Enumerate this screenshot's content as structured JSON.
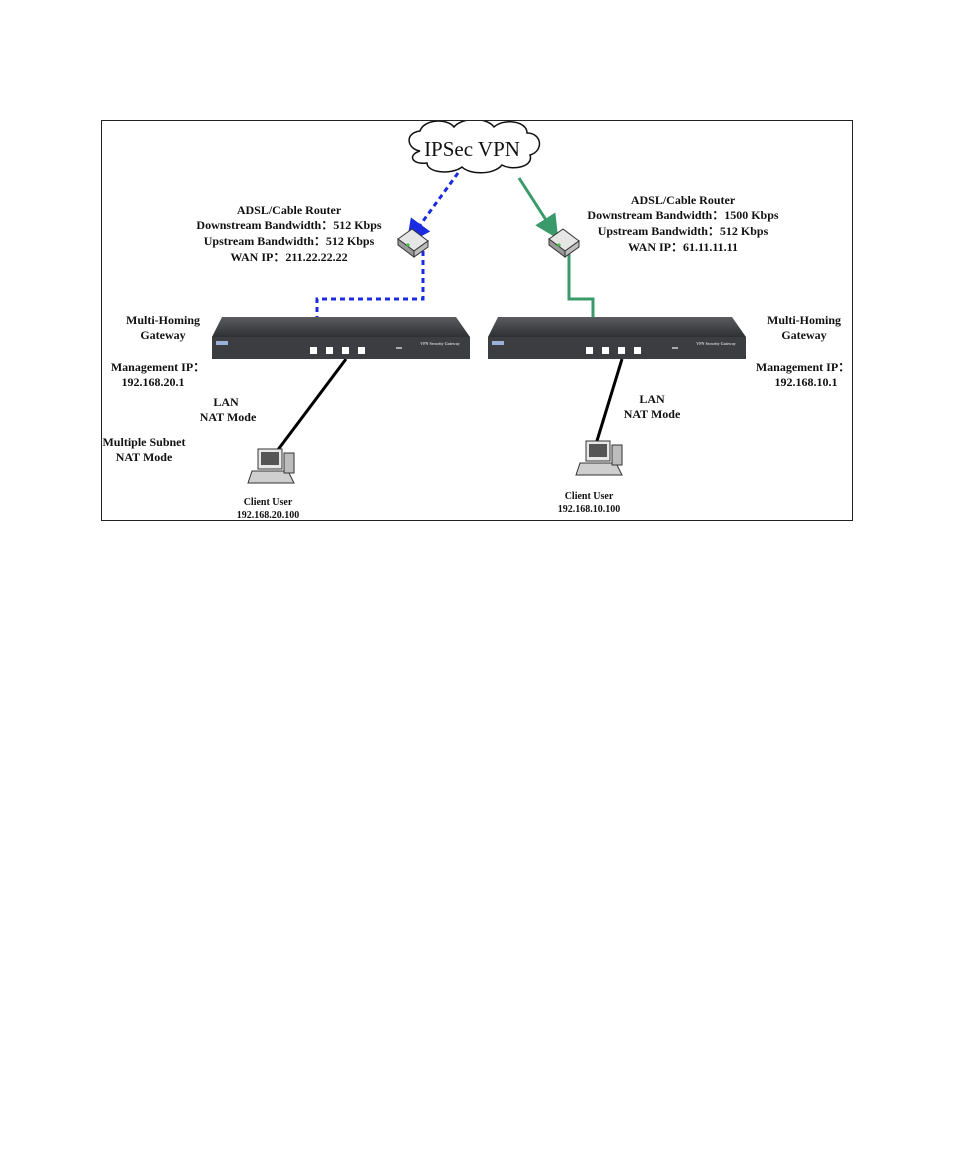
{
  "cloud": {
    "label": "IPSec VPN"
  },
  "left_site": {
    "router": {
      "title": "ADSL/Cable Router",
      "downstream": "Downstream Bandwidth：512 Kbps",
      "upstream": "Upstream Bandwidth：512 Kbps",
      "wan_ip": "WAN IP：211.22.22.22"
    },
    "gateway": {
      "line1": "Multi-Homing",
      "line2": "Gateway"
    },
    "management": {
      "label": "Management IP：",
      "ip": "192.168.20.1"
    },
    "lan": {
      "line1": "LAN",
      "line2": "NAT Mode"
    },
    "subnet": {
      "line1": "Multiple Subnet",
      "line2": "NAT Mode"
    },
    "client": {
      "label": "Client User",
      "ip": "192.168.20.100"
    }
  },
  "right_site": {
    "router": {
      "title": "ADSL/Cable Router",
      "downstream": "Downstream Bandwidth：1500 Kbps",
      "upstream": "Upstream Bandwidth：512 Kbps",
      "wan_ip": "WAN IP：61.11.11.11"
    },
    "gateway": {
      "line1": "Multi-Homing",
      "line2": "Gateway"
    },
    "management": {
      "label": "Management IP：",
      "ip": "192.168.10.1"
    },
    "lan": {
      "line1": "LAN",
      "line2": "NAT Mode"
    },
    "client": {
      "label": "Client User",
      "ip": "192.168.10.100"
    }
  },
  "device": {
    "model_label": "VPN Security Gateway"
  },
  "colors": {
    "left_link": "#1a2be0",
    "right_link": "#3a9a6a",
    "lan_cable": "#000000",
    "device_body": "#3b3d40"
  }
}
